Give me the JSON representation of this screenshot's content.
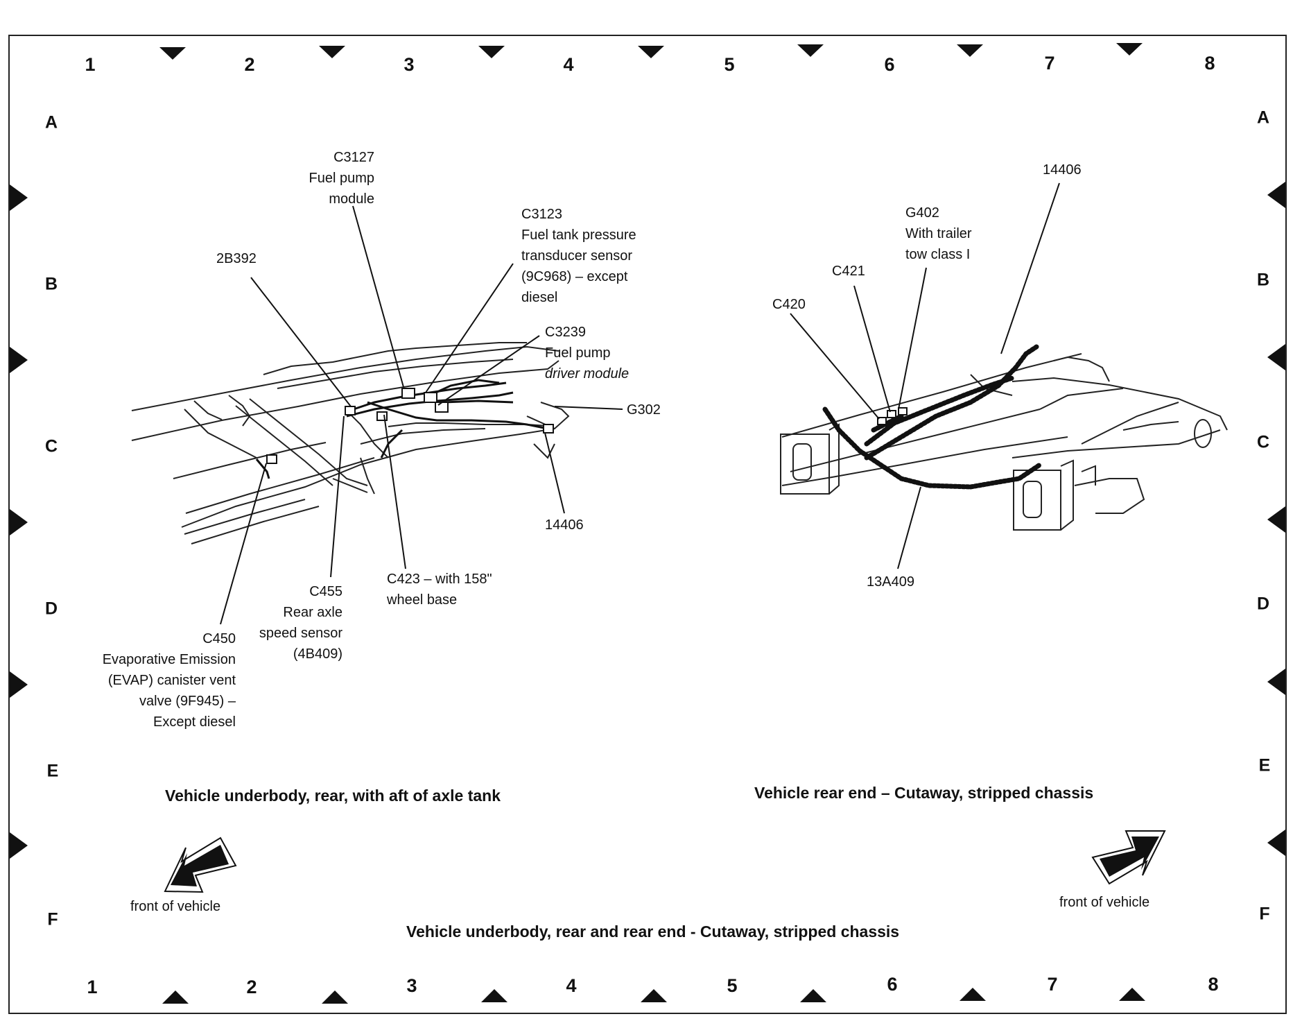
{
  "grid": {
    "columns": [
      "1",
      "2",
      "3",
      "4",
      "5",
      "6",
      "7",
      "8"
    ],
    "rows": [
      "A",
      "B",
      "C",
      "D",
      "E",
      "F"
    ]
  },
  "left_view": {
    "caption": "Vehicle underbody, rear, with aft of axle tank",
    "front_label": "front of vehicle",
    "callouts": {
      "c3127": [
        "C3127",
        "Fuel pump",
        "module"
      ],
      "c3123": [
        "C3123",
        "Fuel tank pressure",
        "transducer sensor",
        "(9C968) – except",
        "diesel"
      ],
      "c3239": [
        "C3239",
        "Fuel pump",
        "driver module"
      ],
      "b392": [
        "2B392"
      ],
      "g302": [
        "G302"
      ],
      "h14406": [
        "14406"
      ],
      "c423": [
        "C423 – with 158\"",
        "wheel base"
      ],
      "c455": [
        "C455",
        "Rear axle",
        "speed sensor",
        "(4B409)"
      ],
      "c450": [
        "C450",
        "Evaporative Emission",
        "(EVAP) canister vent",
        "valve (9F945) –",
        "Except diesel"
      ]
    }
  },
  "right_view": {
    "caption": "Vehicle rear end – Cutaway, stripped chassis",
    "front_label": "front of vehicle",
    "callouts": {
      "h14406": [
        "14406"
      ],
      "g402": [
        "G402",
        "With trailer",
        "tow class I"
      ],
      "c421": [
        "C421"
      ],
      "c420": [
        "C420"
      ],
      "a409": [
        "13A409"
      ]
    }
  },
  "main_caption": "Vehicle underbody, rear and rear end - Cutaway, stripped chassis"
}
